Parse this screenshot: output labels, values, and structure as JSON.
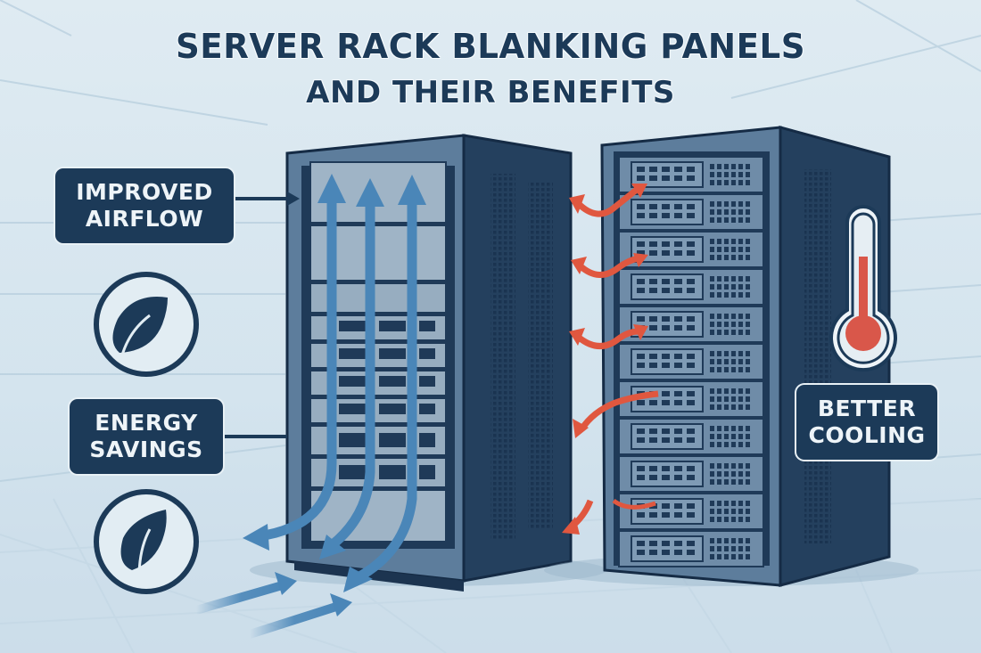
{
  "title": {
    "line1": "SERVER RACK BLANKING PANELS",
    "line2": "AND THEIR BENEFITS"
  },
  "callouts": [
    {
      "id": "improved-airflow",
      "line1": "IMPROVED",
      "line2": "AIRFLOW",
      "icon": "leaf-icon"
    },
    {
      "id": "energy-savings",
      "line1": "ENERGY",
      "line2": "SAVINGS",
      "icon": "leaf-icon"
    },
    {
      "id": "better-cooling",
      "line1": "BETTER",
      "line2": "COOLING",
      "icon": "thermometer-icon"
    }
  ],
  "colors": {
    "navy": "#1c3a58",
    "rack_face": "#5d7d9c",
    "rack_side": "#2a4868",
    "panel": "#9fb4c6",
    "cool_air": "#4a86b8",
    "hot_air": "#e0573f",
    "background": "#dce9f0",
    "thermo_red": "#d9574a"
  },
  "racks": [
    {
      "name": "rack-with-blanking-panels",
      "airflow": "cool"
    },
    {
      "name": "rack-without-blanking-panels",
      "airflow": "hot-recirculation"
    }
  ]
}
